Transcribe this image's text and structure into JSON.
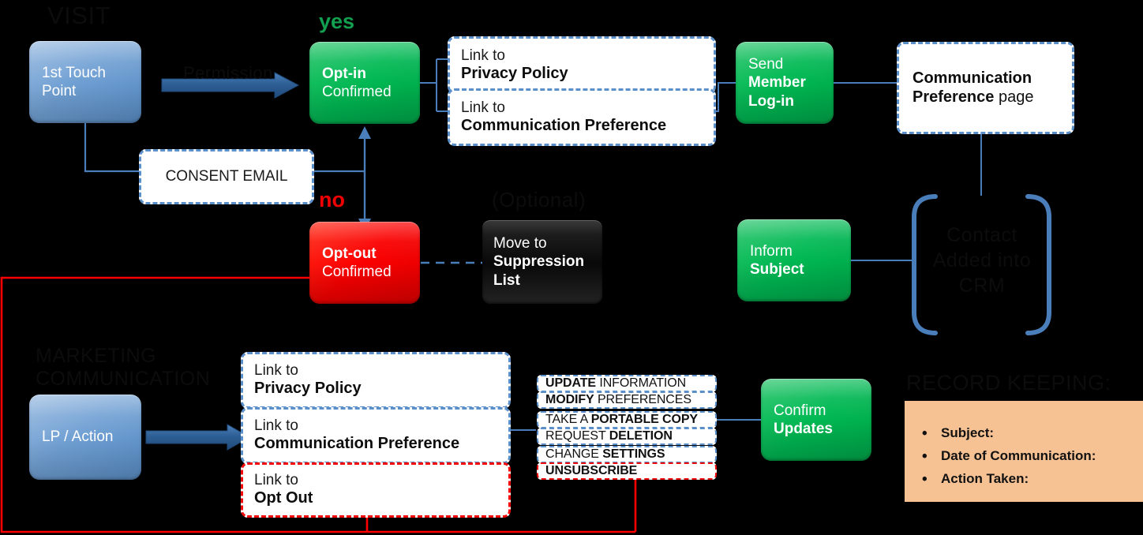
{
  "captions": {
    "visit": "VISIT",
    "permission": "Permission",
    "optional": "(Optional)",
    "marketing": "MARKETING",
    "communication": "COMMUNICATION",
    "record_keeping": "RECORD KEEPING:",
    "contact_crm_l1": "Contact",
    "contact_crm_l2": "Added into",
    "contact_crm_l3": "CRM"
  },
  "labels": {
    "yes": "yes",
    "no": "no"
  },
  "nodes": {
    "touch_point": {
      "l1": "1st Touch",
      "l2": "Point"
    },
    "consent_email": {
      "text": "CONSENT EMAIL"
    },
    "opt_in": {
      "l1": "Opt-in",
      "l2": "Confirmed"
    },
    "opt_out": {
      "l1": "Opt-out",
      "l2": "Confirmed"
    },
    "suppression": {
      "l1": "Move to",
      "l2": "Suppression",
      "l3": "List"
    },
    "send_member": {
      "l1": "Send",
      "l2": "Member",
      "l3": "Log-in"
    },
    "pref_page": {
      "l1": "Communication",
      "l2": "Preference",
      "l2b": " page"
    },
    "inform": {
      "l1": "Inform",
      "l2": "Subject"
    },
    "lp_action": {
      "text": "LP / Action"
    },
    "confirm": {
      "l1": "Confirm",
      "l2": "Updates"
    }
  },
  "link_cards": {
    "top_privacy": {
      "c1": "Link to",
      "c2": "Privacy Policy"
    },
    "top_commpref": {
      "c1": "Link to",
      "c2": "Communication Preference"
    },
    "bot_privacy": {
      "c1": "Link to",
      "c2": "Privacy Policy"
    },
    "bot_commpref": {
      "c1": "Link to",
      "c2": "Communication Preference"
    },
    "bot_optout": {
      "c1": "Link to",
      "c2": "Opt Out"
    }
  },
  "options": [
    {
      "strong": "UPDATE",
      "rest": " INFORMATION",
      "strong_first": true,
      "border": "blue"
    },
    {
      "strong": "MODIFY",
      "rest": " PREFERENCES",
      "strong_first": true,
      "border": "blue"
    },
    {
      "pre": "TAKE A ",
      "strong": "PORTABLE COPY",
      "strong_first": false,
      "border": "blue"
    },
    {
      "pre": "REQUEST ",
      "strong": "DELETION",
      "strong_first": false,
      "border": "blue"
    },
    {
      "pre": "CHANGE ",
      "strong": "SETTINGS",
      "strong_first": false,
      "border": "blue"
    },
    {
      "strong": "UNSUBSCRIBE",
      "rest": "",
      "strong_first": true,
      "border": "red"
    }
  ],
  "option_labels": [
    "UPDATE INFORMATION",
    "MODIFY PREFERENCES",
    "TAKE A PORTABLE COPY",
    "REQUEST DELETION",
    "CHANGE SETTINGS",
    "UNSUBSCRIBE"
  ],
  "record_keeping": {
    "items": [
      "Subject:",
      "Date of Communication:",
      "Action Taken:"
    ]
  },
  "colors": {
    "background": "#000000",
    "blue_node": "#6f9fd3",
    "green_node": "#00b953",
    "red_node": "#fb0000",
    "connector_blue": "#4a7ebb",
    "connector_red": "#ff0000",
    "callout_fill": "#f7c293",
    "yes_green": "#12a050",
    "no_red": "#f00000",
    "caption_dark": "#0c0c0c"
  }
}
